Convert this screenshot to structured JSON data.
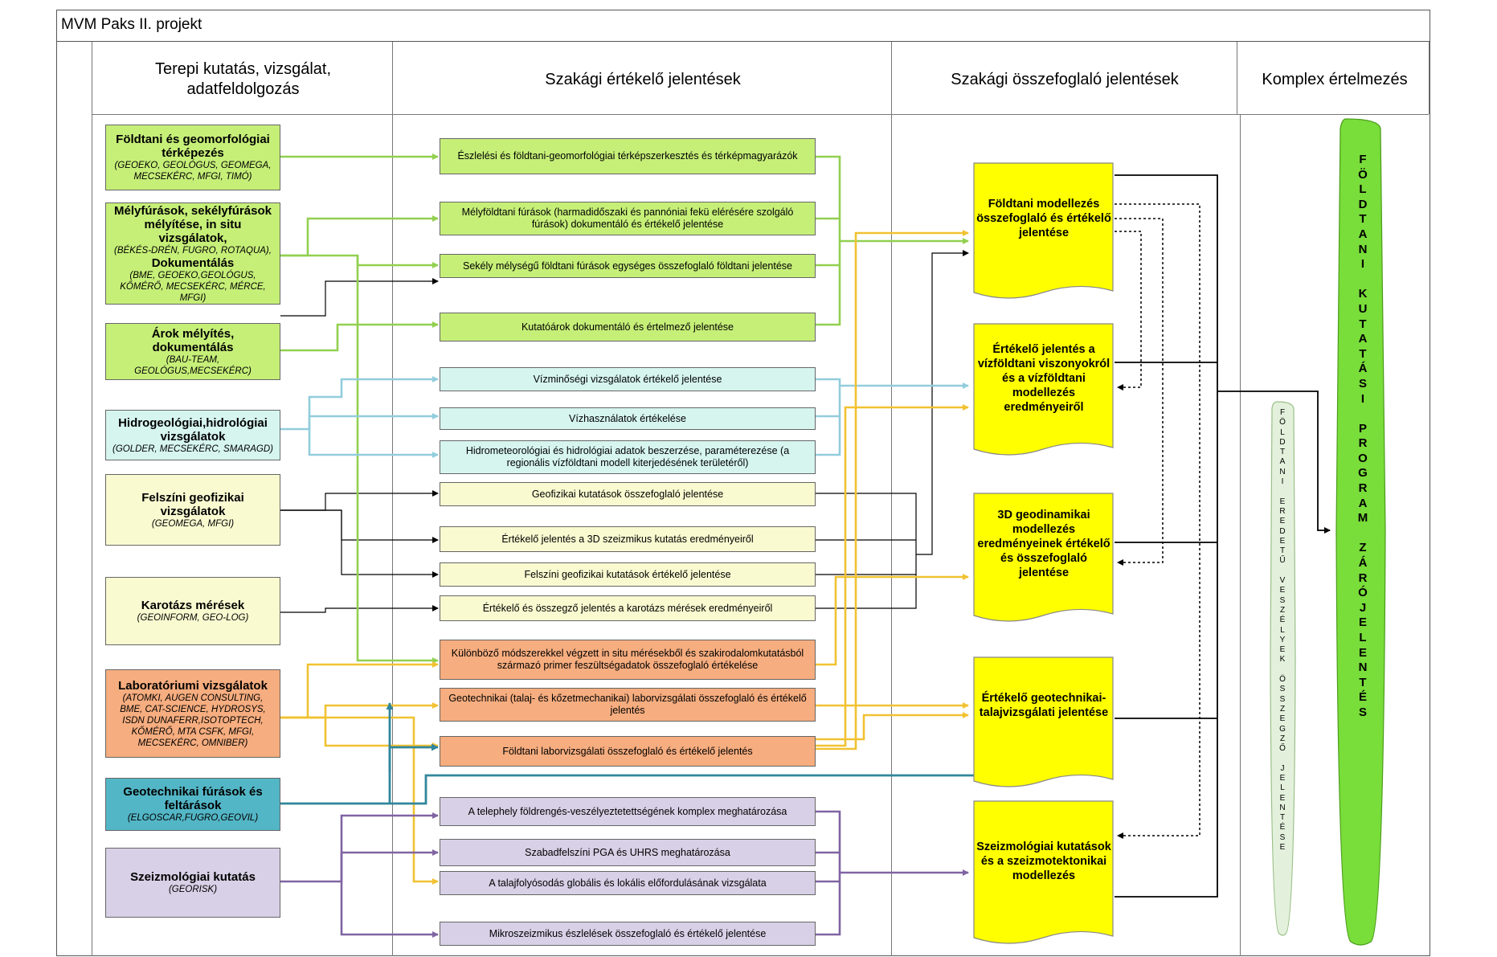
{
  "project_title": "MVM Paks II. projekt",
  "columns": {
    "col1": "Terepi kutatás, vizsgálat, adatfeldolgozás",
    "col2": "Szakági értékelő jelentések",
    "col3": "Szakági összefoglaló jelentések",
    "col4": "Komplex értelmezés"
  },
  "sources": [
    {
      "title": "Földtani és geomorfológiai térképezés",
      "sub": "(GEOEKO, GEOLÓGUS, GEOMEGA, MECSEKÉRC, MFGI, TIMÓ)"
    },
    {
      "title": "Mélyfúrások, sekélyfúrások mélyítése, in situ vizsgálatok,",
      "sub": "(BÉKÉS-DRÉN, FUGRO, ROTAQUA),",
      "title2": "Dokumentálás",
      "sub2": "(BME, GEOEKO,GEOLÓGUS, KŐMÉRŐ, MECSEKÉRC, MÉRCE, MFGI)"
    },
    {
      "title": "Árok mélyítés, dokumentálás",
      "sub": "(BAU-TEAM, GEOLÓGUS,MECSEKÉRC)"
    },
    {
      "title": "Hidrogeológiai,hidrológiai vizsgálatok",
      "sub": "(GOLDER, MECSEKÉRC, SMARAGD)"
    },
    {
      "title": "Felszíni geofizikai vizsgálatok",
      "sub": "(GEOMEGA, MFGI)"
    },
    {
      "title": "Karotázs mérések",
      "sub": "(GEOINFORM, GEO-LOG)"
    },
    {
      "title": "Laboratóriumi vizsgálatok",
      "sub": "(ATOMKI, AUGEN CONSULTING, BME, CAT-SCIENCE, HYDROSYS, ISDN DUNAFERR,ISOTOPTECH, KŐMÉRŐ, MTA CSFK, MFGI, MECSEKÉRC, OMNIBER)"
    },
    {
      "title": "Geotechnikai fúrások és feltárások",
      "sub": "(ELGOSCAR,FUGRO,GEOVIL)"
    },
    {
      "title": "Szeizmológiai kutatás",
      "sub": "(GEORISK)"
    }
  ],
  "reports": [
    "Észlelési és földtani-geomorfológiai térképszerkesztés és térképmagyarázók",
    "Mélyföldtani fúrások (harmadidőszaki és pannóniai fekü elérésére szolgáló fúrások) dokumentáló és értékelő jelentése",
    "Sekély mélységű földtani fúrások egységes összefoglaló földtani jelentése",
    "Kutatóárok dokumentáló és értelmező jelentése",
    "Vízminőségi vizsgálatok értékelő jelentése",
    "Vízhasználatok értékelése",
    "Hidrometeorológiai és hidrológiai adatok beszerzése, paraméterezése (a regionális vízföldtani modell kiterjedésének területéről)",
    "Geofizikai kutatások összefoglaló jelentése",
    "Értékelő jelentés a 3D szeizmikus kutatás eredményeiről",
    "Felszíni geofizikai kutatások értékelő jelentése",
    "Értékelő és összegző jelentés a karotázs mérések eredményeiről",
    "Különböző módszerekkel végzett in situ mérésekből és szakirodalomkutatásból származó primer feszültségadatok összefoglaló értékelése",
    "Geotechnikai (talaj- és kőzetmechanikai) laborvizsgálati összefoglaló és értékelő jelentés",
    "Földtani laborvizsgálati összefoglaló és értékelő jelentés",
    "A telephely földrengés-veszélyeztetettségének komplex meghatározása",
    "Szabadfelszíni PGA és UHRS meghatározása",
    "A talajfolyósodás globális és lokális előfordulásának vizsgálata",
    "Mikroszeizmikus észlelések összefoglaló és értékelő jelentése"
  ],
  "summaries": [
    "Földtani modellezés összefoglaló és értékelő jelentése",
    "Értékelő jelentés a vízföldtani viszonyokról és a vízföldtani modellezés eredményeiről",
    "3D geodinamikai modellezés eredményeinek értékelő és összefoglaló jelentése",
    "Értékelő geotechnikai-talajvizsgálati jelentése",
    "Szeizmológiai kutatások és a szeizmotektonikai modellezés"
  ],
  "final_report": "FÖLDTANI KUTATÁSI PROGRAM ZÁRÓJELENTÉS",
  "hazard_summary": "FÖLDTANI EREDETŰ VESZÉLYEK ÖSSZEGZŐ JELENTÉSE",
  "colors": {
    "light_green": "#c6ef78",
    "cyan": "#d6f5ef",
    "pale_yellow": "#fafad1",
    "orange": "#f6ad7f",
    "teal": "#53b6c6",
    "lavender": "#d7d0e6",
    "yellow": "#ffff00",
    "bright_green": "#79dd3a",
    "green_arrow": "#92d050",
    "blue_arrow": "#92cddc",
    "gold_arrow": "#f1c232",
    "teal_arrow": "#31869b",
    "purple_arrow": "#8064a2"
  }
}
